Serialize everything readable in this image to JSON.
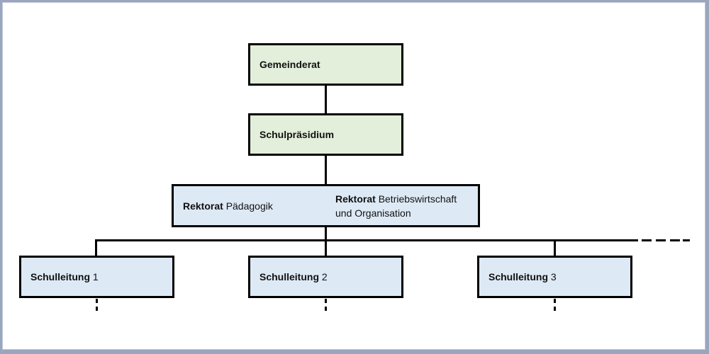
{
  "org": {
    "gemeinderat": "Gemeinderat",
    "schulpraesidium": "Schulpräsidium",
    "rektorat_paed": {
      "bold": "Rektorat",
      "rest": "Pädagogik"
    },
    "rektorat_bw": {
      "bold": "Rektorat",
      "rest_line1": "Betriebswirtschaft",
      "rest_line2": "und Organisation"
    },
    "schulleitungen": [
      {
        "bold": "Schulleitung",
        "num": "1"
      },
      {
        "bold": "Schulleitung",
        "num": "2"
      },
      {
        "bold": "Schulleitung",
        "num": "3"
      }
    ]
  },
  "colors": {
    "top_boxes": "#e3eedb",
    "lower_boxes": "#dde9f5",
    "border": "#000000",
    "outer_background": "#9aa6bd"
  }
}
